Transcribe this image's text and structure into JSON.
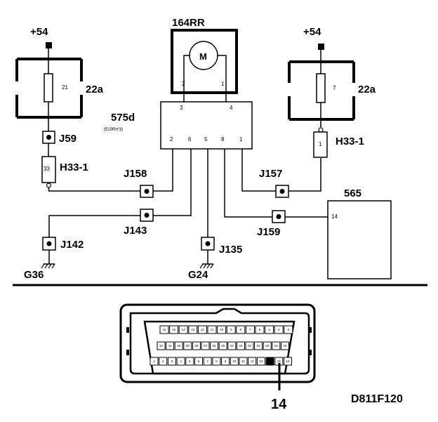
{
  "labels": {
    "plus54_left": "+54",
    "plus54_right": "+54",
    "fuse_left_num": "21",
    "fuse_left_name": "22a",
    "fuse_right_num": "7",
    "fuse_right_name": "22a",
    "motor_unit": "164RR",
    "motor_symbol": "M",
    "motor_pin_left": "2",
    "motor_pin_right": "1",
    "ecu_name": "575d",
    "ecu_sub": "(519RH'3)",
    "ecu_pin_top_left": "3",
    "ecu_pin_top_right": "4",
    "ecu_pins_bottom": [
      "2",
      "6",
      "5",
      "8",
      "1"
    ],
    "j59": "J59",
    "h33_left": "H33-1",
    "h33_left_pin": "33",
    "h33_right": "H33-1",
    "h33_right_pin": "1",
    "j158": "J158",
    "j157": "J157",
    "j143": "J143",
    "j159": "J159",
    "j142": "J142",
    "j135": "J135",
    "g36": "G36",
    "g24": "G24",
    "module_565": "565",
    "module_565_pin": "14",
    "connector_callout": "14",
    "diagram_code": "D811F120"
  },
  "connector": {
    "row1": [
      "16",
      "15",
      "14",
      "13",
      "12",
      "11",
      "10",
      "9",
      "8",
      "7",
      "6",
      "5",
      "4",
      "3"
    ],
    "row2": [
      "32",
      "31",
      "30",
      "29",
      "28",
      "27",
      "26",
      "25",
      "24",
      "23",
      "22",
      "21",
      "20",
      "19",
      "18"
    ],
    "row3": [
      "1",
      "2",
      "3",
      "4",
      "5",
      "6",
      "7",
      "8",
      "9",
      "10",
      "11",
      "12",
      "13",
      "14",
      "15",
      "16"
    ]
  }
}
